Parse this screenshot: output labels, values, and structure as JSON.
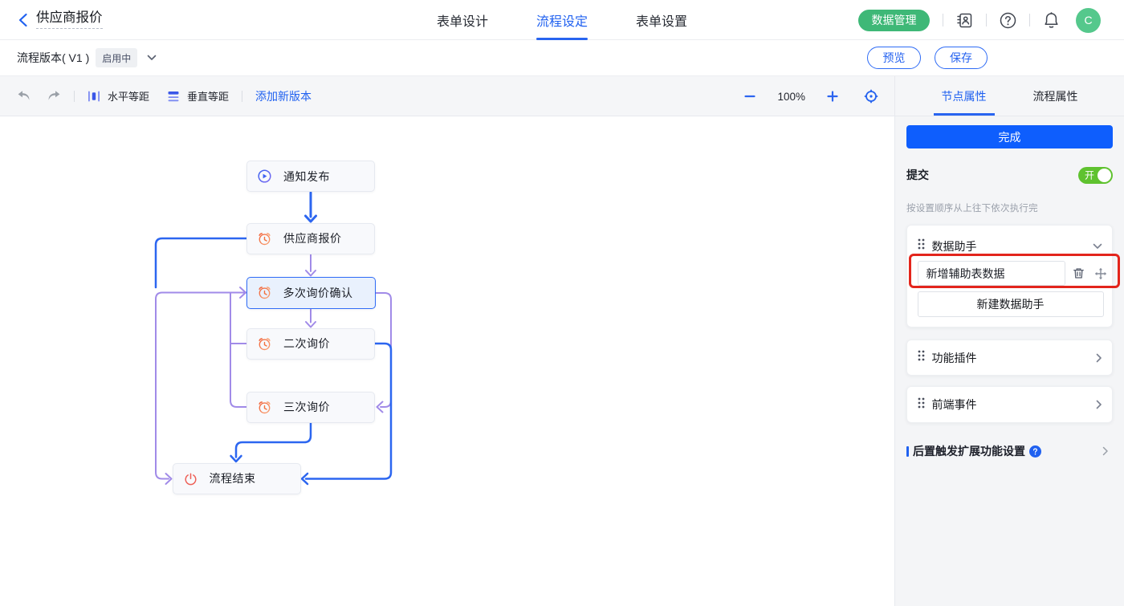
{
  "header": {
    "title": "供应商报价",
    "tabs": [
      {
        "label": "表单设计",
        "active": false
      },
      {
        "label": "流程设定",
        "active": true
      },
      {
        "label": "表单设置",
        "active": false
      }
    ],
    "data_manage_label": "数据管理",
    "avatar_letter": "C"
  },
  "version_bar": {
    "version_label": "流程版本( V1 )",
    "status_badge": "启用中",
    "preview_label": "预览",
    "save_label": "保存"
  },
  "toolbar": {
    "h_dist_label": "水平等距",
    "v_dist_label": "垂直等距",
    "add_version_label": "添加新版本",
    "zoom_level": "100%"
  },
  "panel": {
    "tabs": [
      {
        "label": "节点属性",
        "active": true
      },
      {
        "label": "流程属性",
        "active": false
      }
    ],
    "complete_label": "完成",
    "submit_label": "提交",
    "toggle_on_label": "开",
    "hint": "按设置顺序从上往下依次执行完",
    "data_assistant": {
      "title": "数据助手",
      "item_value": "新增辅助表数据",
      "new_button_label": "新建数据助手"
    },
    "plugin_title": "功能插件",
    "frontend_event_title": "前端事件",
    "post_trigger_label": "后置触发扩展功能设置"
  },
  "flow": {
    "nodes": [
      {
        "label": "通知发布",
        "icon": "play"
      },
      {
        "label": "供应商报价",
        "icon": "timer"
      },
      {
        "label": "多次询价确认",
        "icon": "timer",
        "selected": true
      },
      {
        "label": "二次询价",
        "icon": "timer"
      },
      {
        "label": "三次询价",
        "icon": "timer"
      },
      {
        "label": "流程结束",
        "icon": "power"
      }
    ]
  },
  "colors": {
    "accent_blue": "#2061f0",
    "flow_blue": "#2c66f0",
    "flow_purple": "#a18be8",
    "green_pill": "#3eb877",
    "toggle_green": "#5fc22f",
    "annotation_red": "#e3251c",
    "node_icon_orange": "#f37d4e",
    "node_icon_coral": "#ee6057"
  }
}
